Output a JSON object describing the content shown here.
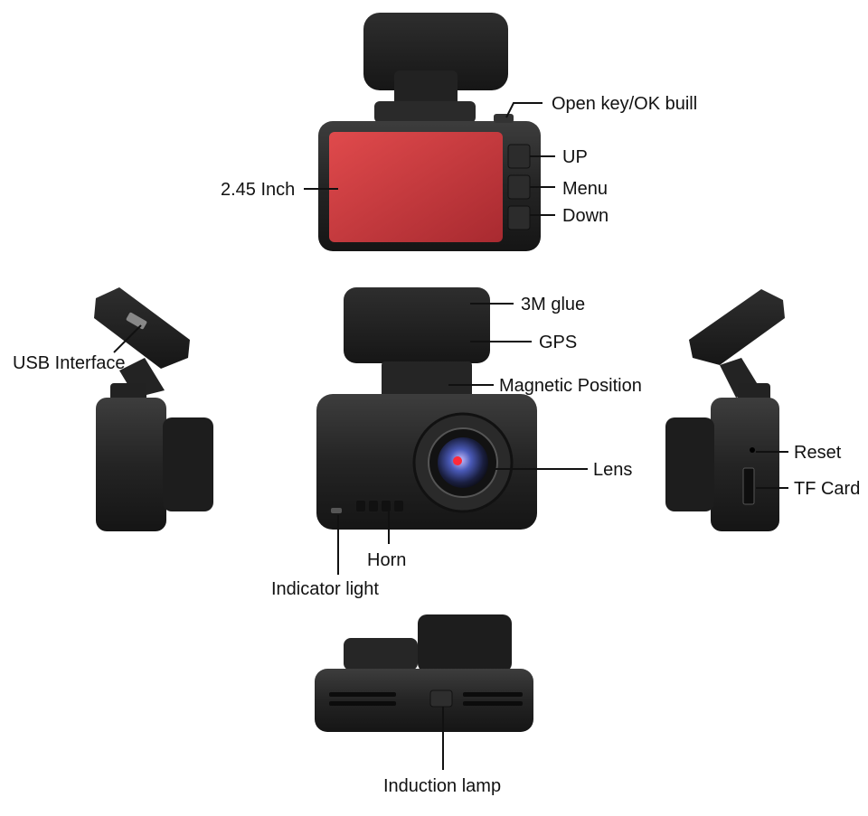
{
  "colors": {
    "body_dark": "#1a1a1a",
    "body_mid": "#2b2b2b",
    "body_light": "#3a3a3a",
    "screen": "#cc3a3e",
    "lens_glass": "#3a4fa0",
    "lens_glint": "#ff2a3a",
    "leader_line": "#111111",
    "label_text": "#111111"
  },
  "labels": {
    "open_key": "Open key/OK buill",
    "up": "UP",
    "menu": "Menu",
    "down": "Down",
    "screen_size": "2.45 Inch",
    "glue": "3M glue",
    "gps": "GPS",
    "magnetic": "Magnetic Position",
    "lens": "Lens",
    "usb": "USB Interface",
    "reset": "Reset",
    "tf_card": "TF Card",
    "horn": "Horn",
    "indicator": "Indicator light",
    "induction": "Induction lamp"
  }
}
